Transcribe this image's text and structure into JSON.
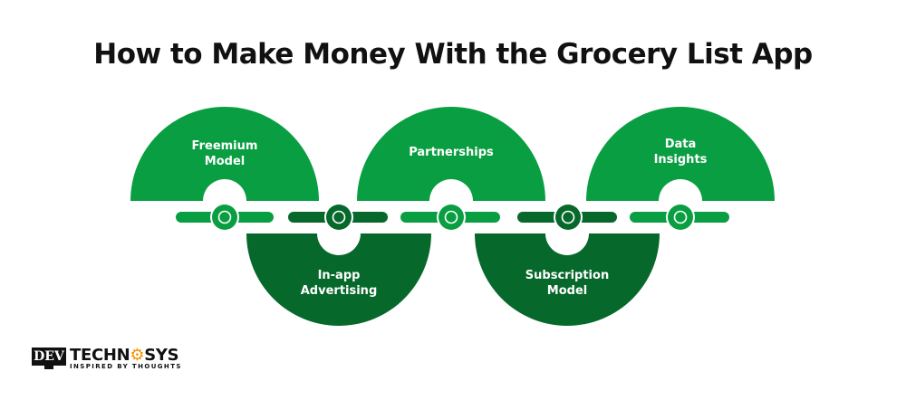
{
  "title": "How to Make Money With the Grocery List App",
  "colors": {
    "light_green": "#0a9e42",
    "dark_green": "#06692b",
    "background": "#ffffff",
    "title_text": "#111111",
    "logo_accent": "#f39200"
  },
  "steps": [
    {
      "label_line1": "Freemium",
      "label_line2": "Model",
      "position": "top",
      "color": "light_green"
    },
    {
      "label_line1": "In-app",
      "label_line2": "Advertising",
      "position": "bottom",
      "color": "dark_green"
    },
    {
      "label_line1": "Partnerships",
      "label_line2": "",
      "position": "top",
      "color": "light_green"
    },
    {
      "label_line1": "Subscription",
      "label_line2": "Model",
      "position": "bottom",
      "color": "dark_green"
    },
    {
      "label_line1": "Data",
      "label_line2": "Insights",
      "position": "top",
      "color": "light_green"
    }
  ],
  "logo": {
    "dev": "DEV",
    "tech_left": "TECHN",
    "tech_icon": "gear-code-icon",
    "tech_right": "SYS",
    "tagline": "INSPIRED BY THOUGHTS"
  }
}
